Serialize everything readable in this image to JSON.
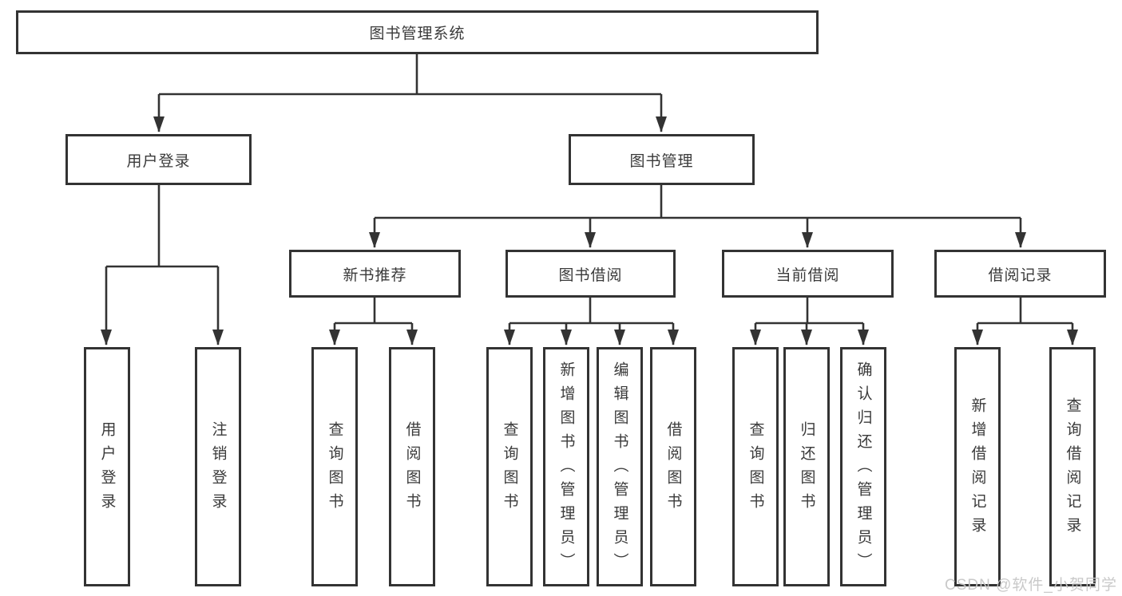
{
  "diagram": {
    "root": {
      "label": "图书管理系统"
    },
    "user_login": {
      "label": "用户登录",
      "children": [
        {
          "label": "用户登录"
        },
        {
          "label": "注销登录"
        }
      ]
    },
    "book_management": {
      "label": "图书管理",
      "sections": [
        {
          "label": "新书推荐",
          "children": [
            {
              "label": "查询图书"
            },
            {
              "label": "借阅图书"
            }
          ]
        },
        {
          "label": "图书借阅",
          "children": [
            {
              "label": "查询图书"
            },
            {
              "label": "新增图书（管理员）"
            },
            {
              "label": "编辑图书（管理员）"
            },
            {
              "label": "借阅图书"
            }
          ]
        },
        {
          "label": "当前借阅",
          "children": [
            {
              "label": "查询图书"
            },
            {
              "label": "归还图书"
            },
            {
              "label": "确认归还（管理员）"
            }
          ]
        },
        {
          "label": "借阅记录",
          "children": [
            {
              "label": "新增借阅记录"
            },
            {
              "label": "查询借阅记录"
            }
          ]
        }
      ]
    }
  },
  "watermark": {
    "text": "CSDN @软件_小贺同学"
  },
  "colors": {
    "line": "#333333",
    "box_border": "#333333",
    "box_fill": "#ffffff",
    "text": "#3a3a3a",
    "watermark": "#c6c6c6"
  }
}
